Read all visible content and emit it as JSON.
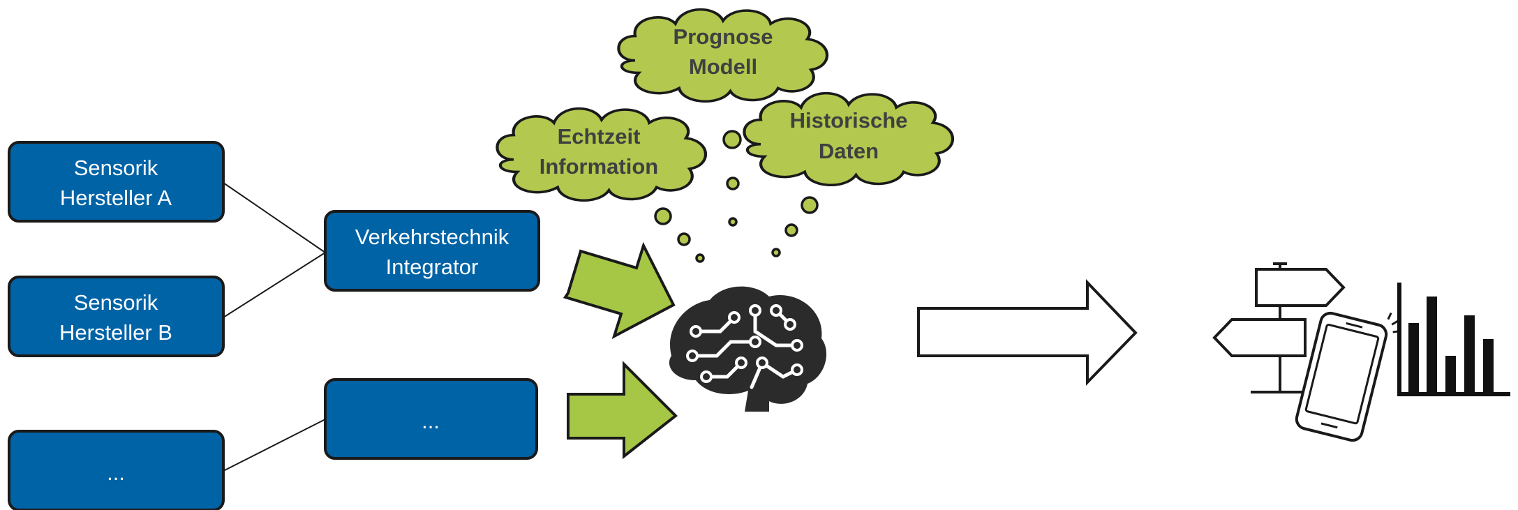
{
  "sources": [
    {
      "line1": "Sensorik",
      "line2": "Hersteller A"
    },
    {
      "line1": "Sensorik",
      "line2": "Hersteller B"
    },
    {
      "line1": "...",
      "line2": ""
    }
  ],
  "integrators": [
    {
      "line1": "Verkehrstechnik",
      "line2": "Integrator"
    },
    {
      "line1": "...",
      "line2": ""
    }
  ],
  "clouds": [
    {
      "line1": "Prognose",
      "line2": "Modell"
    },
    {
      "line1": "Echtzeit",
      "line2": "Information"
    },
    {
      "line1": "Historische",
      "line2": "Daten"
    }
  ],
  "icons": {
    "center": "brain-circuit-icon",
    "outputs": [
      "signpost-icon",
      "smartphone-icon",
      "bar-chart-icon"
    ]
  },
  "colors": {
    "box_fill": "#0063A6",
    "box_border": "#1a1a1a",
    "cloud_fill": "#B2C84F",
    "arrow_fill": "#A6C646",
    "text_dark": "#404040"
  }
}
